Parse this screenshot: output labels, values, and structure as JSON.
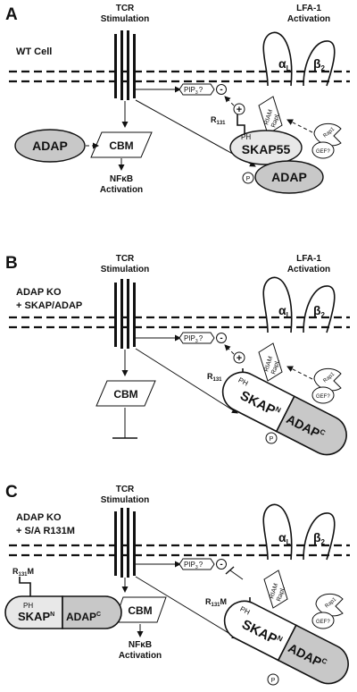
{
  "panels": [
    {
      "letter": "A",
      "tcr_label_1": "TCR",
      "tcr_label_2": "Stimulation",
      "lfa_label_1": "LFA-1",
      "lfa_label_2": "Activation",
      "cell_label_1": "WT Cell",
      "cell_label_2": "",
      "alpha": "α",
      "alpha_sub": "L",
      "beta": "β",
      "beta_sub": "2",
      "pip3": "PIP",
      "pip3_sub": "3",
      "pip3_q": "?",
      "minus": "-",
      "plus": "+",
      "riam": "RIAM",
      "rapl": "RapL",
      "rap1": "Rap1",
      "gef": "GEF?",
      "r131": "R",
      "r131_sub": "131",
      "ph": "PH",
      "skap55": "SKAP55",
      "adap": "ADAP",
      "adap_left": "ADAP",
      "cbm": "CBM",
      "nfkb_1": "NFκB",
      "nfkb_2": "Activation",
      "p": "P"
    },
    {
      "letter": "B",
      "tcr_label_1": "TCR",
      "tcr_label_2": "Stimulation",
      "lfa_label_1": "LFA-1",
      "lfa_label_2": "Activation",
      "cell_label_1": "ADAP KO",
      "cell_label_2": "+ SKAP/ADAP",
      "alpha": "α",
      "alpha_sub": "L",
      "beta": "β",
      "beta_sub": "2",
      "pip3": "PIP",
      "pip3_sub": "3",
      "pip3_q": "?",
      "minus": "-",
      "plus": "+",
      "riam": "RIAM",
      "rapl": "RapL",
      "rap1": "Rap1",
      "gef": "GEF?",
      "r131": "R",
      "r131_sub": "131",
      "ph": "PH",
      "skap": "SKAP",
      "skap_sup": "N",
      "adap_c": "ADAP",
      "adap_c_sup": "C",
      "cbm": "CBM",
      "p": "P"
    },
    {
      "letter": "C",
      "tcr_label_1": "TCR",
      "tcr_label_2": "Stimulation",
      "cell_label_1": "ADAP KO",
      "cell_label_2": "+ S/A R131M",
      "alpha": "α",
      "alpha_sub": "L",
      "beta": "β",
      "beta_sub": "2",
      "pip3": "PIP",
      "pip3_sub": "3",
      "pip3_q": "?",
      "minus": "-",
      "riam": "RIAM",
      "rapl": "RapL",
      "rap1": "Rap1",
      "gef": "GEF?",
      "r131m_left": "R",
      "r131m_left_sub": "131",
      "r131m_left_tail": "M",
      "r131m_right": "R",
      "r131m_right_sub": "131",
      "r131m_right_tail": "M",
      "ph": "PH",
      "skap": "SKAP",
      "skap_sup": "N",
      "adap_c": "ADAP",
      "adap_c_sup": "C",
      "cbm": "CBM",
      "nfkb_1": "NFκB",
      "nfkb_2": "Activation",
      "p": "P"
    }
  ],
  "colors": {
    "gray_fill": "#c8c8c8",
    "light_fill": "#e8e8e8",
    "ink": "#111111"
  }
}
